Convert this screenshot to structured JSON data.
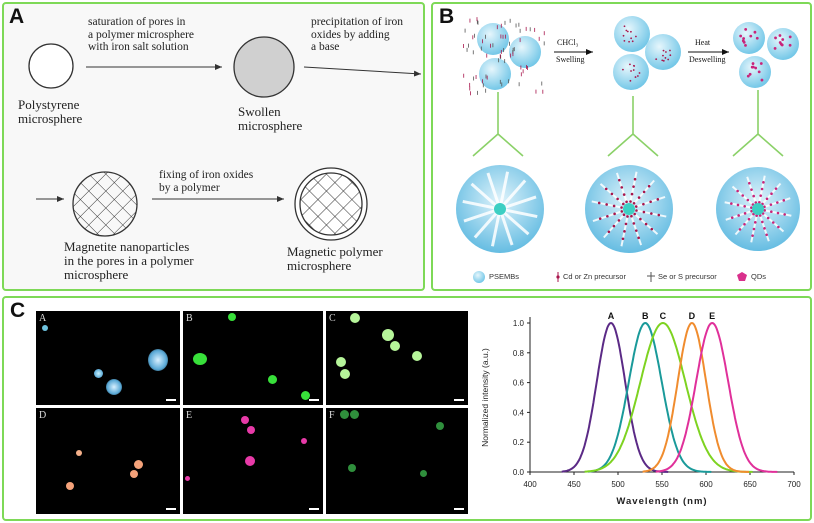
{
  "panelA": {
    "label": "A",
    "polystyrene": [
      "Polystyrene",
      "microsphere"
    ],
    "step1": [
      "saturation of pores in",
      "a polymer microsphere",
      "with iron salt solution"
    ],
    "swollen": [
      "Swollen",
      "microsphere"
    ],
    "step2": [
      "precipitation of iron",
      "oxides by adding",
      "a base"
    ],
    "magnetite": [
      "Magnetite nanoparticles",
      "in the pores in a polymer",
      "microsphere"
    ],
    "step3": [
      "fixing of iron oxides",
      "by a polymer"
    ],
    "magnetic": [
      "Magnetic polymer",
      "microsphere"
    ]
  },
  "panelB": {
    "label": "B",
    "arrow1_top": "CHCl₃",
    "arrow1_bottom": "Swelling",
    "arrow2_top": "Heat",
    "arrow2_bottom": "Deswelling",
    "legend": [
      "PSEMBs",
      "Cd or Zn precursor",
      "Se or S precursor",
      "QDs"
    ]
  },
  "panelC": {
    "label": "C",
    "images": [
      "A",
      "B",
      "C",
      "D",
      "E",
      "F"
    ],
    "colors": {
      "purple": "#5b2a86",
      "teal": "#1a9a9a",
      "green": "#7ed321",
      "orange": "#f08c2e",
      "magenta": "#e0309a",
      "frame": "#7ed957"
    }
  },
  "chart_data": {
    "type": "line",
    "xlabel": "Wavelength (nm)",
    "ylabel": "Normalized intensity (a.u.)",
    "xlim": [
      400,
      700
    ],
    "ylim": [
      0,
      1.0
    ],
    "xticks": [
      400,
      450,
      500,
      550,
      600,
      650,
      700
    ],
    "yticks": [
      "0.0",
      "0.2",
      "0.4",
      "0.6",
      "0.8",
      "1.0"
    ],
    "grid": false,
    "series": [
      {
        "name": "A",
        "peak": 492,
        "fwhm": 38,
        "color": "#5b2a86"
      },
      {
        "name": "B",
        "peak": 531,
        "fwhm": 44,
        "color": "#1a9a9a"
      },
      {
        "name": "C",
        "peak": 551,
        "fwhm": 60,
        "color": "#7ed321"
      },
      {
        "name": "D",
        "peak": 584,
        "fwhm": 38,
        "color": "#f08c2e"
      },
      {
        "name": "E",
        "peak": 607,
        "fwhm": 43,
        "color": "#e0309a"
      }
    ]
  }
}
